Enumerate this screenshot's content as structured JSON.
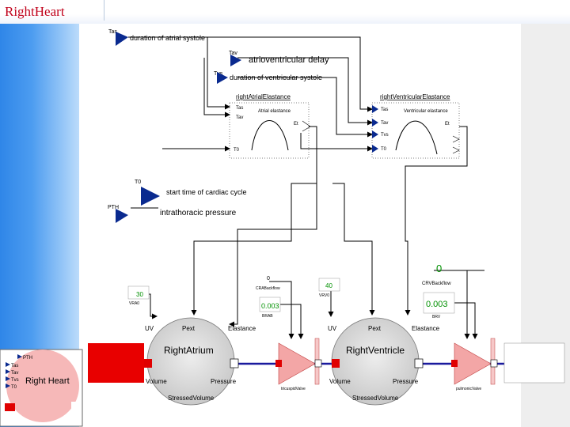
{
  "page": {
    "title": "RightHeart"
  },
  "params": {
    "tas": {
      "name": "Tas",
      "desc": "duration of atrial systole"
    },
    "tav": {
      "name": "Tav",
      "desc": "atrioventricular delay"
    },
    "tvs": {
      "name": "Tvs",
      "desc": "duration of ventricular systole"
    },
    "t0": {
      "name": "T0",
      "desc": "start time of cardiac cycle"
    },
    "pth": {
      "name": "PTH",
      "desc": "intrathoracic pressure"
    }
  },
  "atrial_elastance": {
    "title": "rightAtrialElastance",
    "curve_label": "Atrial elastance",
    "ports": [
      "Tas",
      "Tav",
      "T0"
    ],
    "out": "Et"
  },
  "ventricular_elastance": {
    "title": "rightVentricularElastance",
    "curve_label": "Ventricular elastance",
    "ports": [
      "Tas",
      "Tav",
      "Tvs",
      "T0"
    ],
    "out": "Et"
  },
  "consts": {
    "vra0": {
      "value": "30",
      "label": "VRA0"
    },
    "crab": {
      "value": "0",
      "label": "CRABackflow"
    },
    "brab": {
      "value": "0.003",
      "label": "BRAB"
    },
    "vrv0": {
      "value": "40",
      "label": "VRV0"
    },
    "crv": {
      "value": "0",
      "label": "CRVBackflow"
    },
    "brv": {
      "value": "0.003",
      "label": "BRV"
    }
  },
  "right_atrium": {
    "name": "RightAtrium",
    "uv": "UV",
    "pext": "Pext",
    "elastance": "Elastance",
    "volume": "Volume",
    "pressure": "Pressure",
    "stressed": "StressedVolume"
  },
  "right_ventricle": {
    "name": "RightVentricle",
    "uv": "UV",
    "pext": "Pext",
    "elastance": "Elastance",
    "volume": "Volume",
    "pressure": "Pressure",
    "stressed": "StressedVolume"
  },
  "valves": {
    "tricuspid": "tricuspidValve",
    "pulmonic": "pulmonicValve"
  },
  "icon": {
    "name": "Right Heart",
    "ports": [
      "PTH",
      "Tas",
      "Tav",
      "Tvs",
      "T0"
    ]
  },
  "colors": {
    "accent": "#c0001a",
    "port_blue": "#0a2a8f",
    "valve_pink": "#f3a6a6",
    "flow_red": "#e02020",
    "chamber_gray": "#d7d7d7"
  }
}
